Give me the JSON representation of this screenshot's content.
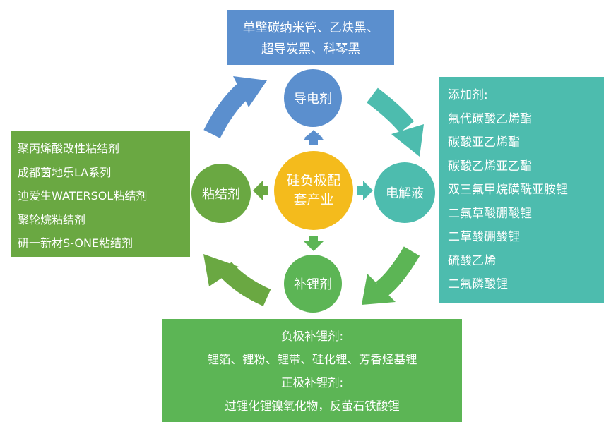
{
  "center": {
    "line1": "硅负极配",
    "line2": "套产业"
  },
  "nodes": {
    "top": "导电剂",
    "right": "电解液",
    "left": "粘结剂",
    "bottom": "补锂剂"
  },
  "boxes": {
    "top": [
      "单壁碳纳米管、乙炔黑、",
      "超导炭黑、科琴黑"
    ],
    "right": [
      "添加剂:",
      "氟代碳酸乙烯酯",
      "碳酸亚乙烯酯",
      "碳酸乙烯亚乙酯",
      "双三氟甲烷磺酰亚胺锂",
      "二氟草酸硼酸锂",
      "二草酸硼酸锂",
      "硫酸乙烯",
      "二氟磷酸锂"
    ],
    "left": [
      "聚丙烯酸改性粘结剂",
      "成都茵地乐LA系列",
      "迪爱生WATERSOL粘结剂",
      "聚轮烷粘结剂",
      "研一新材S-ONE粘结剂"
    ],
    "bottom": [
      "负极补锂剂:",
      "锂箔、锂粉、锂带、硅化锂、芳香烃基锂",
      "正极补锂剂:",
      "过锂化锂镍氧化物，反萤石铁酸锂"
    ]
  },
  "colors": {
    "blue": "#5b8fce",
    "teal": "#4dbcae",
    "green": "#6aa842",
    "lightgreen": "#5cb555",
    "yellow": "#f4bb1c"
  }
}
